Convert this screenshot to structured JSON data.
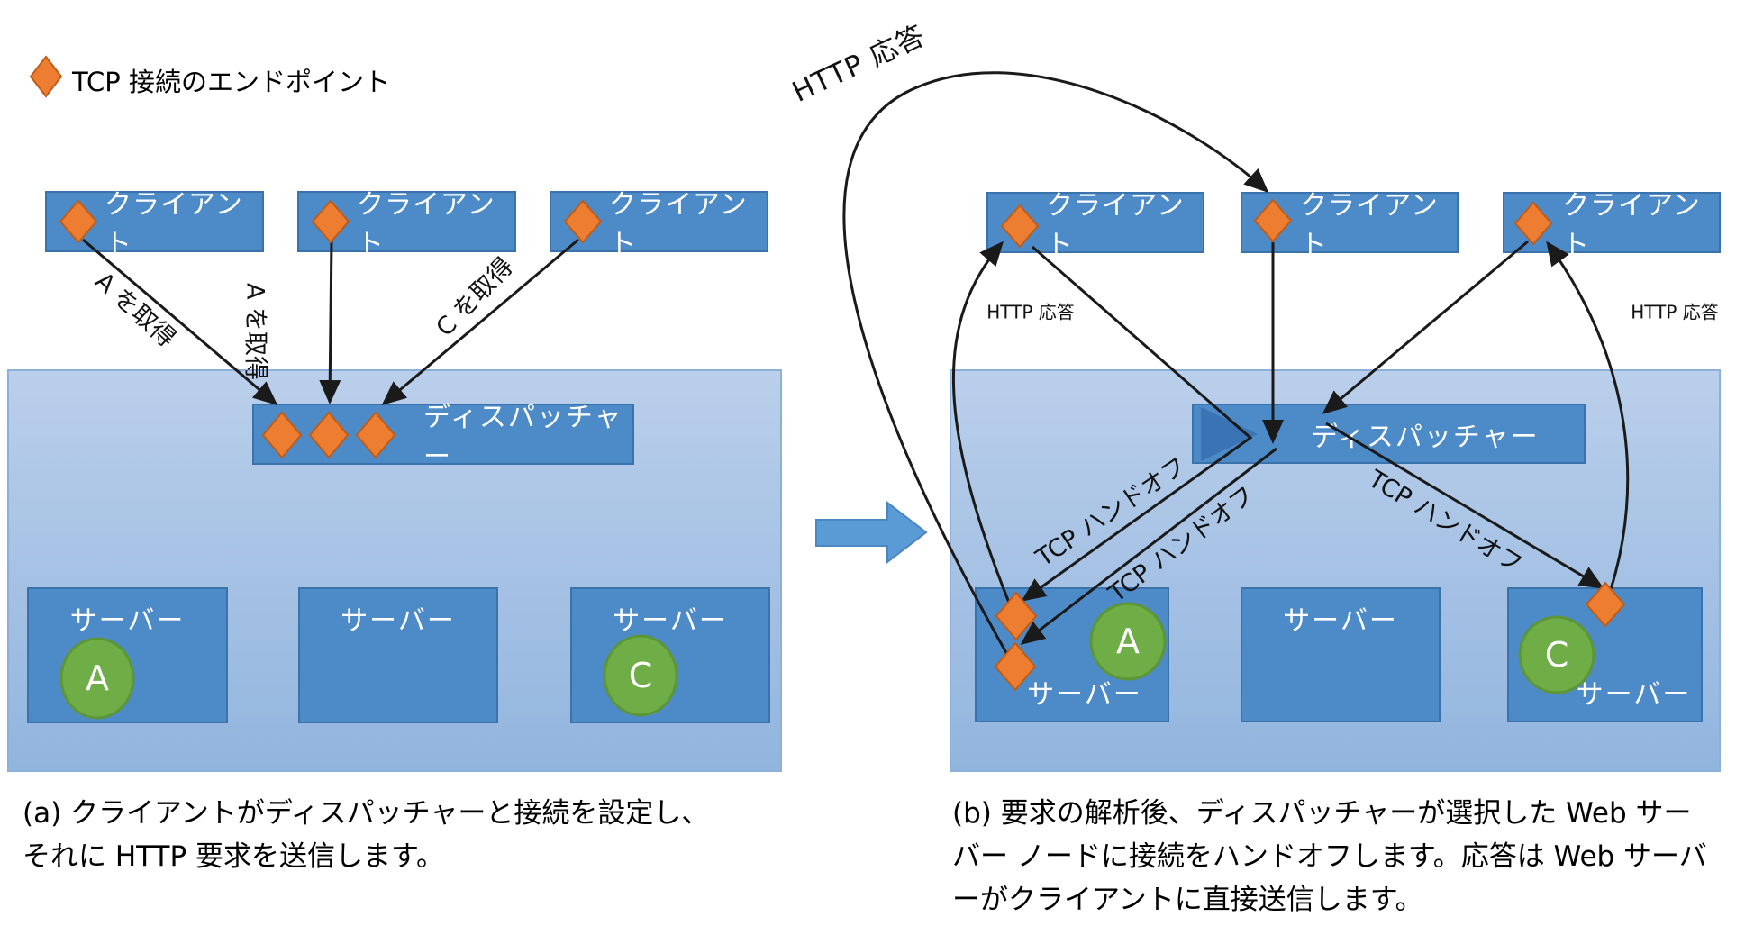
{
  "legend": {
    "endpoint_label": "TCP 接続のエンドポイント"
  },
  "labels": {
    "client": "クライアント",
    "server": "サーバー",
    "dispatcher": "ディスパッチャー",
    "get_a": "A を取得",
    "get_c": "C を取得",
    "tcp_handoff": "TCP ハンドオフ",
    "http_response": "HTTP 応答",
    "server_a": "A",
    "server_c": "C"
  },
  "captions": {
    "a": {
      "line1": "(a) クライアントがディスパッチャーと接続を設定し、",
      "line2": "それに HTTP 要求を送信します。"
    },
    "b": {
      "line1": "(b) 要求の解析後、ディスパッチャーが選択した Web サー",
      "line2": "バー ノードに接続をハンドオフします。応答は Web サーバ",
      "line3": "ーがクライアントに直接送信します。"
    }
  },
  "colors": {
    "box": "#4d8ac8",
    "box_border": "#3a72ac",
    "box_text": "#ffffff",
    "container_top": "#bacfeb",
    "container_bottom": "#92b5de",
    "container_border": "#8cb0da",
    "diamond": "#ed7d31",
    "diamond_border": "#bf5d17",
    "green": "#6fad47",
    "green_border": "#5d9539",
    "arrow": "#5b9bd5",
    "arrow_border": "#4a86c0",
    "dispatcher_notch": "#3a74b4",
    "line": "#1a1a1a",
    "text": "#111111"
  }
}
